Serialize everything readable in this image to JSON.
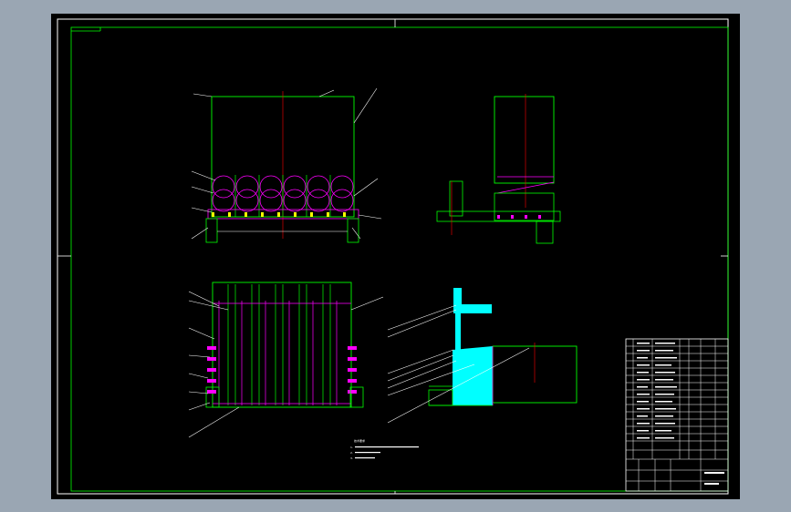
{
  "colors": {
    "window_bg": "#9aa6b3",
    "sheet": "#000000",
    "frame": "#ffffff",
    "border": "#00ff00",
    "part": "#ff00ff",
    "centerline": "#ff0000",
    "hatch": "#00ffff",
    "leader": "#ffffff",
    "dimension": "#00ff00"
  },
  "views": [
    {
      "name": "front-view"
    },
    {
      "name": "side-view"
    },
    {
      "name": "plan-view"
    },
    {
      "name": "section-view"
    }
  ],
  "technical_requirements": {
    "heading": "技术要求",
    "lines": [
      "1.",
      "2.",
      "3."
    ]
  },
  "title_block": {
    "drawing_title": "",
    "drawing_number": ""
  }
}
